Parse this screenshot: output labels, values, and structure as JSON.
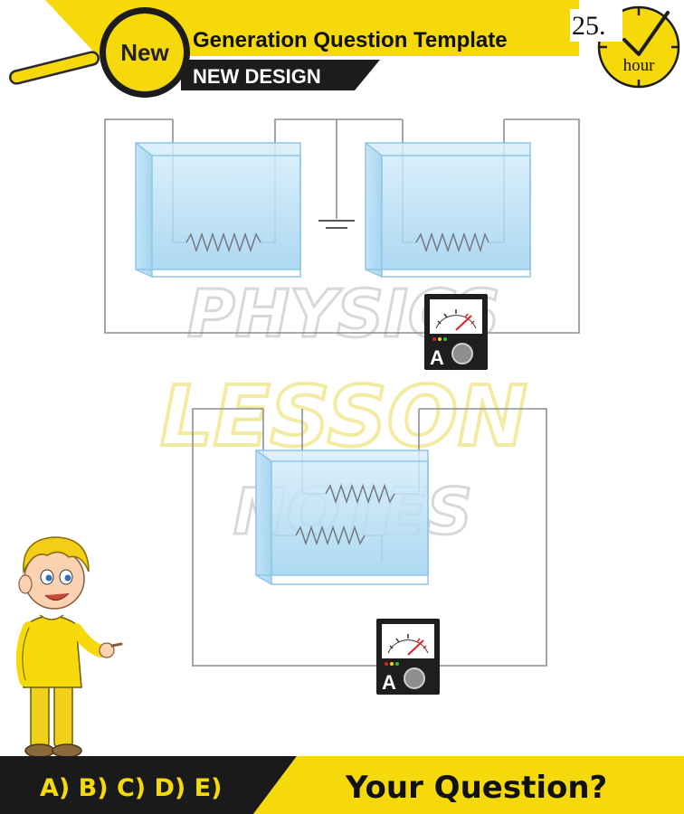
{
  "header": {
    "badge": "New",
    "title": "Generation Question Template",
    "subtitle": "NEW DESIGN"
  },
  "clock": {
    "number": "25.",
    "unit": "hour"
  },
  "watermark": {
    "line1": "PHYSICS",
    "line2": "LESSON",
    "line3": "NOTES"
  },
  "ammeters": [
    {
      "label": "A"
    },
    {
      "label": "A"
    }
  ],
  "footer": {
    "answers": "A) B) C) D) E)",
    "question": "Your Question?"
  },
  "colors": {
    "accent_yellow": "#f5d90a",
    "footer_black": "#1a1a1a",
    "water_blue": "#b5dcf2",
    "glass_edge": "#8cc6e8",
    "wire_gray": "#8a8f96",
    "meter_needle": "#e02020"
  },
  "icons": {
    "badge": "magnifier-icon",
    "clock": "clock-check-icon",
    "ground": "ground-symbol-icon",
    "meter": "ammeter-icon",
    "character": "boy-character-icon"
  }
}
